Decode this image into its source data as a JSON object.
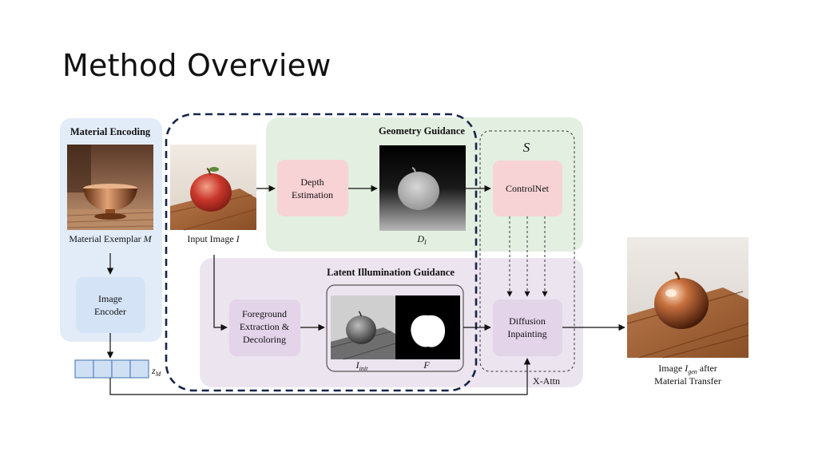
{
  "slide": {
    "title": "Method Overview"
  },
  "colors": {
    "material_panel": "#e2ecf8",
    "geometry_panel": "#e3efe1",
    "illumination_panel": "#ece4ef",
    "pink_box": "#f7d3d5",
    "purple_box": "#e3d4ea",
    "blue_box": "#d4e3f6",
    "latent_cell": "#cfe0f5",
    "latent_border": "#5b86b8",
    "dashed_outline": "#15254a",
    "arrow": "#111111"
  },
  "panels": {
    "material_encoding": "Material Encoding",
    "geometry_guidance": "Geometry Guidance",
    "latent_illumination_guidance": "Latent Illumination Guidance"
  },
  "images": {
    "material_exemplar": {
      "label": "Material Exemplar",
      "symbol": "M"
    },
    "input_image": {
      "label": "Input Image",
      "symbol": "I"
    },
    "depth_map": {
      "symbol": "D",
      "subscript": "I"
    },
    "init_image": {
      "symbol": "I",
      "subscript": "init"
    },
    "mask": {
      "symbol": "F"
    },
    "output": {
      "line1_prefix": "Image",
      "symbol": "I",
      "subscript": "gen",
      "line1_suffix": "after",
      "line2": "Material Transfer"
    }
  },
  "boxes": {
    "image_encoder": [
      "Image",
      "Encoder"
    ],
    "depth_estimation": [
      "Depth",
      "Estimation"
    ],
    "controlnet": [
      "ControlNet"
    ],
    "foreground": [
      "Foreground",
      "Extraction &",
      "Decoloring"
    ],
    "diffusion": [
      "Diffusion",
      "Inpainting"
    ]
  },
  "latent": {
    "symbol": "z",
    "subscript": "M",
    "cells": 4
  },
  "s_label": "S",
  "x_attn_label": "X-Attn"
}
